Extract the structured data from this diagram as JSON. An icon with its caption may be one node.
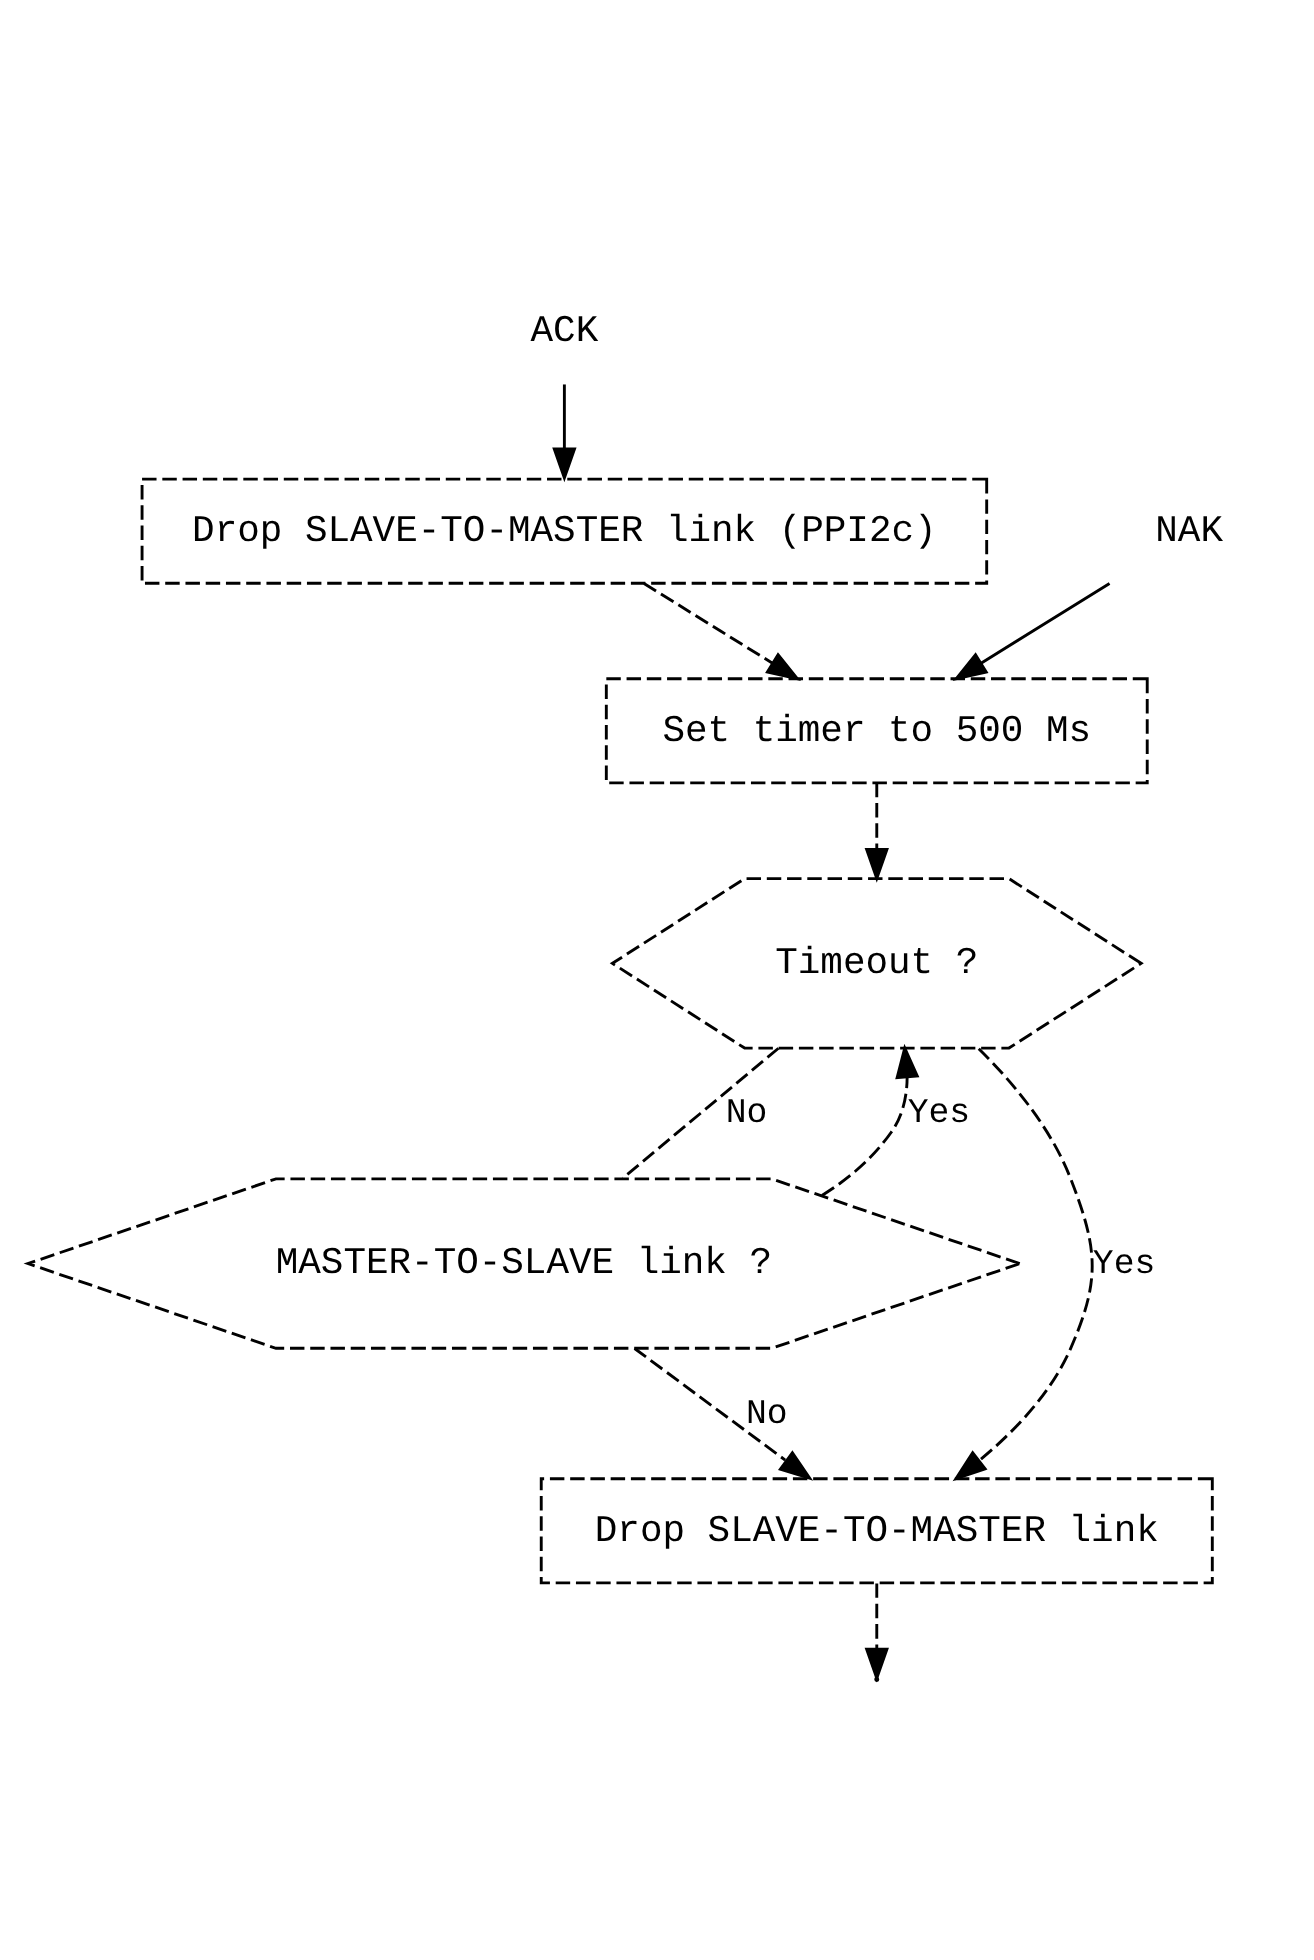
{
  "diagram": {
    "nodes": [
      {
        "text": [
          "ACK"
        ]
      },
      {
        "text": [
          "Drop SLAVE-TO-MASTER link (PPI2c)"
        ]
      },
      {
        "text": [
          "NAK"
        ]
      },
      {
        "text": [
          "Set timer to 500 Ms"
        ]
      },
      {
        "text": [
          "Timeout ?"
        ]
      },
      {
        "text": [
          "MASTER-TO-SLAVE link ?"
        ]
      },
      {
        "text": [
          "Drop SLAVE-TO-MASTER link"
        ]
      }
    ],
    "edges": [
      {
        "from": 0,
        "to": 1,
        "arrow": "to"
      },
      {
        "from": 1,
        "to": 3,
        "arrow": "to",
        "style": "dashed"
      },
      {
        "from": 2,
        "to": 3,
        "arrow": "to"
      },
      {
        "from": 3,
        "to": 4,
        "arrow": "to",
        "style": "dashed"
      },
      {
        "from": 5,
        "to": 4,
        "arrow": "to",
        "label": "Yes",
        "style": "dashed"
      },
      {
        "from": 4,
        "to": 6,
        "arrow": "to",
        "label": "Yes",
        "style": "dashed"
      },
      {
        "from": 4,
        "to": 5,
        "arrow": "none",
        "label": "No",
        "style": "dashed"
      },
      {
        "from": 5,
        "to": 6,
        "arrow": "to",
        "label": "No",
        "style": "dashed"
      },
      {
        "from": 6,
        "to": null,
        "arrow": "to",
        "style": "dashed"
      }
    ]
  }
}
